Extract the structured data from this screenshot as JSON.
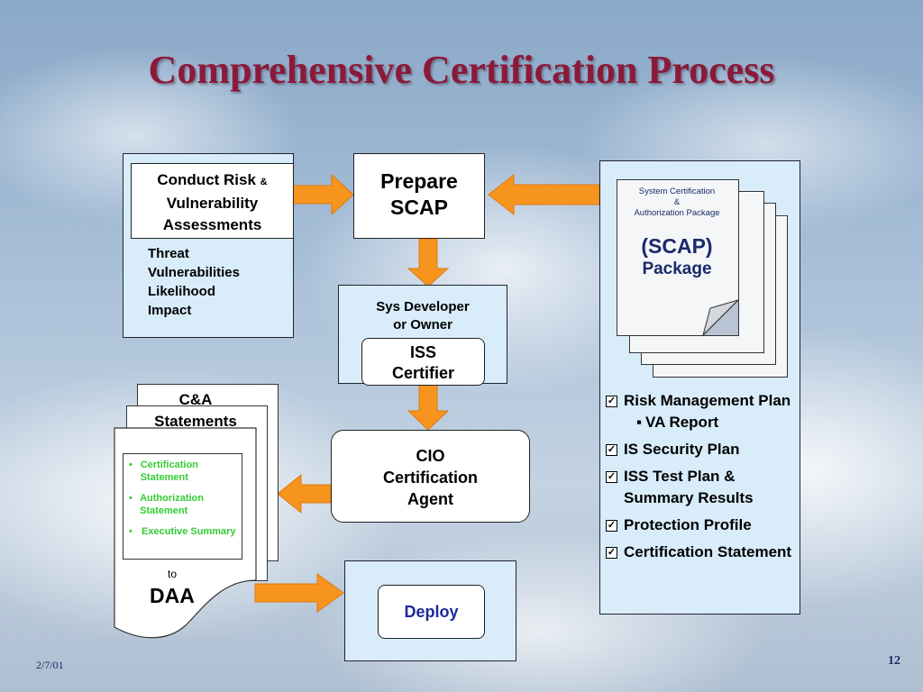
{
  "title": "Comprehensive Certification Process",
  "risk": {
    "heading_main": "Conduct Risk",
    "heading_amp": "&",
    "heading_line2": "Vulnerability",
    "heading_line3": "Assessments",
    "items": [
      "Threat",
      "Vulnerabilities",
      "Likelihood",
      "Impact"
    ]
  },
  "prepare": {
    "line1": "Prepare",
    "line2": "SCAP"
  },
  "package": {
    "small_line1": "System Certification",
    "small_line2": "&",
    "small_line3": "Authorization Package",
    "big_line1": "(SCAP)",
    "big_line2": "Package"
  },
  "developer": {
    "line1": "Sys Developer",
    "line2": "or Owner",
    "iss_line1": "ISS",
    "iss_line2": "Certifier"
  },
  "ca": {
    "line1": "C&A",
    "line2": "Statements",
    "bullets": [
      "Certification Statement",
      "Authorization Statement",
      "Executive Summary"
    ],
    "to": "to",
    "daa": "DAA"
  },
  "cio": {
    "line1": "CIO",
    "line2": "Certification",
    "line3": "Agent"
  },
  "deploy": "Deploy",
  "checklist": [
    {
      "text": "Risk Management Plan",
      "sub": false
    },
    {
      "text": "VA Report",
      "sub": true
    },
    {
      "text": "IS Security Plan",
      "sub": false
    },
    {
      "text": "ISS Test Plan & Summary Results",
      "sub": false
    },
    {
      "text": "Protection Profile",
      "sub": false
    },
    {
      "text": "Certification Statement",
      "sub": false
    }
  ],
  "footer": {
    "date": "2/7/01",
    "page": "12"
  },
  "colors": {
    "title": "#8b1a3a",
    "arrow": "#f7941d",
    "panel": "#d8ecfa",
    "deploy": "#1a2a9a",
    "bullet_green": "#33cc33"
  }
}
